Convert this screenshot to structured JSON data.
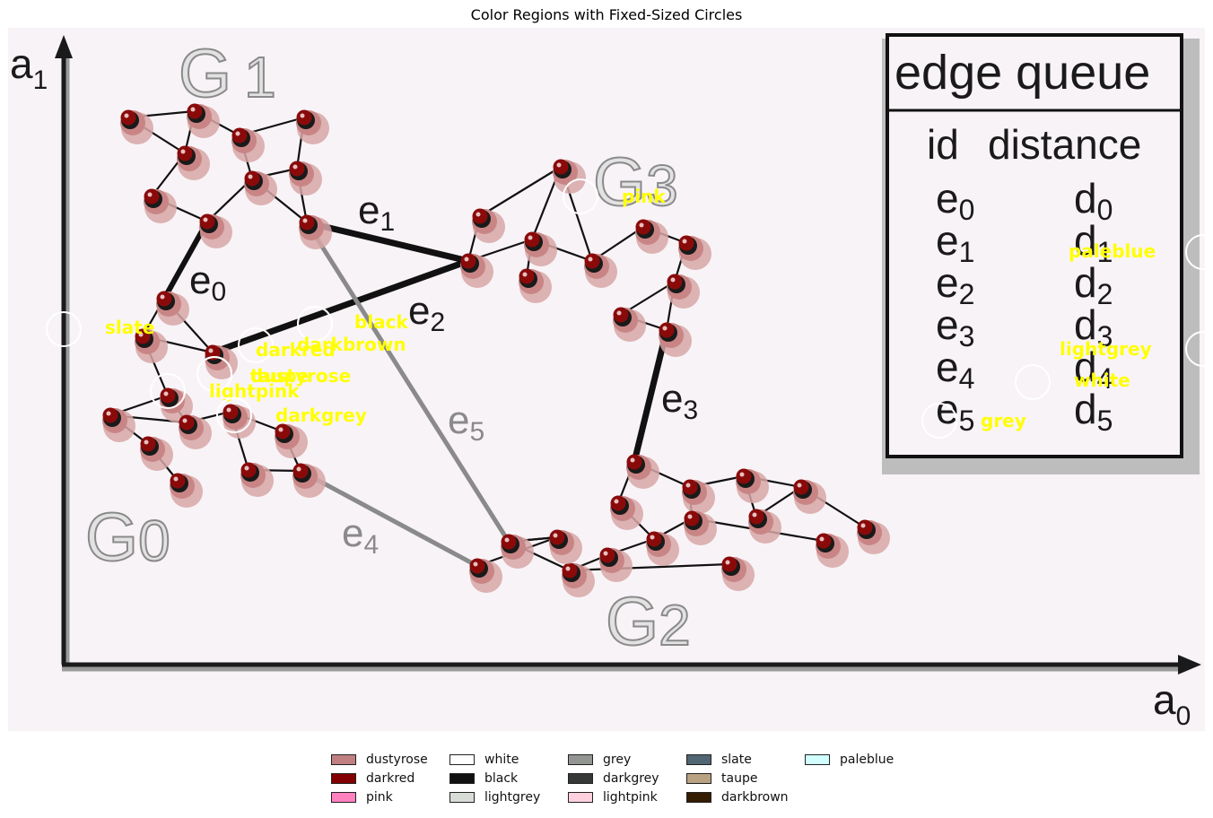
{
  "title": "Color Regions with Fixed-Sized Circles",
  "background": "#f8f3f7",
  "axes": {
    "x_label": "a",
    "x_sub": "0",
    "y_label": "a",
    "y_sub": "1"
  },
  "groups": [
    {
      "label": "G",
      "sub": "0"
    },
    {
      "label": "G",
      "sub": "1"
    },
    {
      "label": "G",
      "sub": "2"
    },
    {
      "label": "G",
      "sub": "3"
    }
  ],
  "edge_labels": [
    {
      "label": "e",
      "sub": "0"
    },
    {
      "label": "e",
      "sub": "1"
    },
    {
      "label": "e",
      "sub": "2"
    },
    {
      "label": "e",
      "sub": "3"
    },
    {
      "label": "e",
      "sub": "4"
    },
    {
      "label": "e",
      "sub": "5"
    }
  ],
  "table": {
    "title": "edge queue",
    "headers": [
      "id",
      "distance"
    ],
    "rows": [
      {
        "id": "e",
        "id_sub": "0",
        "dist": "d",
        "dist_sub": "0"
      },
      {
        "id": "e",
        "id_sub": "1",
        "dist": "d",
        "dist_sub": "1"
      },
      {
        "id": "e",
        "id_sub": "2",
        "dist": "d",
        "dist_sub": "2"
      },
      {
        "id": "e",
        "id_sub": "3",
        "dist": "d",
        "dist_sub": "3"
      },
      {
        "id": "e",
        "id_sub": "4",
        "dist": "d",
        "dist_sub": "4"
      },
      {
        "id": "e",
        "id_sub": "5",
        "dist": "d",
        "dist_sub": "5"
      }
    ]
  },
  "annotations": [
    "slate",
    "darkred",
    "black",
    "darkbrown",
    "dustyrose",
    "taupe",
    "lightpink",
    "darkgrey",
    "pink",
    "paleblue",
    "lightgrey",
    "white",
    "grey"
  ],
  "annotation_color": "#ffff00",
  "legend": [
    {
      "name": "dustyrose",
      "color": "#c08081"
    },
    {
      "name": "darkred",
      "color": "#840000"
    },
    {
      "name": "pink",
      "color": "#ff81c0"
    },
    {
      "name": "white",
      "color": "#ffffff"
    },
    {
      "name": "black",
      "color": "#111111"
    },
    {
      "name": "lightgrey",
      "color": "#d8dcd6"
    },
    {
      "name": "grey",
      "color": "#929591"
    },
    {
      "name": "darkgrey",
      "color": "#363737"
    },
    {
      "name": "lightpink",
      "color": "#ffd1df"
    },
    {
      "name": "slate",
      "color": "#516572"
    },
    {
      "name": "taupe",
      "color": "#b9a281"
    },
    {
      "name": "darkbrown",
      "color": "#341c02"
    },
    {
      "name": "paleblue",
      "color": "#d0fefe"
    }
  ]
}
